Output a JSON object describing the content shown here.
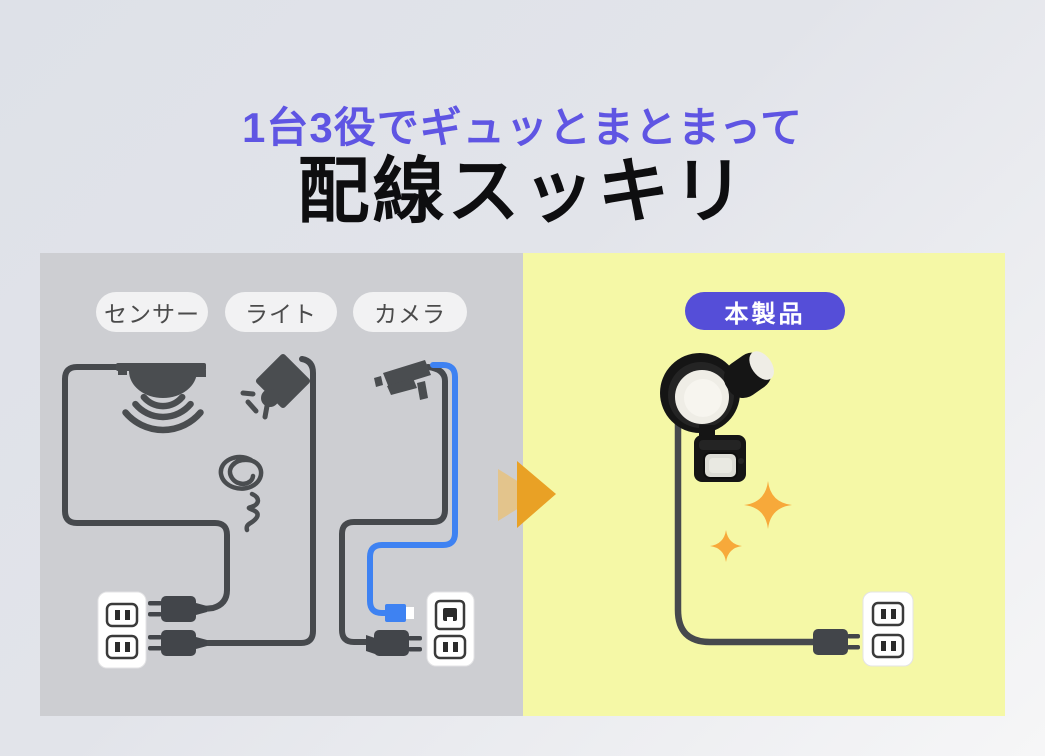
{
  "page": {
    "headline_sub": "1台3役でギュッとまとまって",
    "headline_main": "配線スッキリ"
  },
  "before_panel": {
    "labels": [
      "センサー",
      "ライト",
      "カメラ"
    ],
    "icons": [
      "sensor-icon",
      "light-icon",
      "camera-icon",
      "tangled-wire-scribble",
      "power-outlet",
      "power-plug",
      "lan-outlet",
      "lan-connector"
    ]
  },
  "after_panel": {
    "badge_label": "本製品",
    "icons": [
      "security-light-product",
      "sparkle-icon",
      "power-outlet",
      "power-plug"
    ]
  },
  "arrow": {
    "icon": "transform-arrow-icon"
  },
  "theme_colors": {
    "headline_sub": "#5F55E3",
    "headline_main": "#0E0E10",
    "panel_before_bg": "#CDCED2",
    "panel_after_bg": "#F5F8A6",
    "pill_bg": "#F2F2F3",
    "pill_text": "#4B4B4B",
    "badge_bg": "#554ED8",
    "badge_text": "#FFFFFF",
    "wire": "#46494D",
    "icon_dark": "#4A4D50",
    "plug_dark": "#42454A",
    "lan_blue": "#3E82F2",
    "sparkle": "#F7A93A",
    "arrow_front": "#E9A125",
    "arrow_back": "#E3C48C"
  }
}
